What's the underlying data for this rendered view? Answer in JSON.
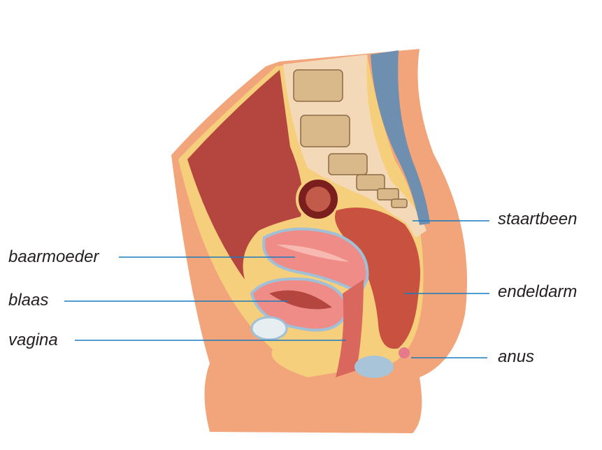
{
  "labels": {
    "uterus": "baarmoeder",
    "bladder": "blaas",
    "vagina": "vagina",
    "coccyx": "staartbeen",
    "rectum": "endeldarm",
    "anus": "anus"
  },
  "colors": {
    "leader_line": "#1b7bbd",
    "skin": "#f2a57a",
    "fat": "#f6cf7c",
    "cavity": "#b5463f",
    "bone": "#f3d9b8",
    "muscle": "#c9513f",
    "uterus": "#ef8c88",
    "spine_canal": "#6f8fb0"
  }
}
